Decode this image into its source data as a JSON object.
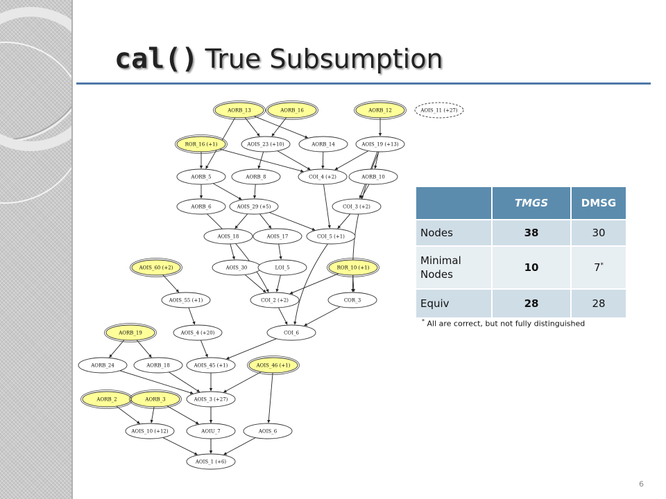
{
  "slide": {
    "title_code": "cal()",
    "title_text": "True Subsumption",
    "number": "6"
  },
  "colors": {
    "accent_rule": "#4f78a8",
    "table_header": "#5b8cae",
    "table_row_dark": "#cfdde6",
    "table_row_light": "#e8eff3",
    "node_highlight": "#ffff99"
  },
  "graph": {
    "nodes": [
      {
        "id": "aorb13",
        "label": "AORB_13",
        "hl": true
      },
      {
        "id": "aorb16",
        "label": "AORB_16",
        "hl": true
      },
      {
        "id": "aorb12",
        "label": "AORB_12",
        "hl": true
      },
      {
        "id": "aois11",
        "label": "AOIS_11 (+27)",
        "dashed": true
      },
      {
        "id": "ror16",
        "label": "ROR_16 (+1)",
        "hl": true
      },
      {
        "id": "aois23",
        "label": "AOIS_23 (+10)"
      },
      {
        "id": "aorb14",
        "label": "AORB_14"
      },
      {
        "id": "aois19",
        "label": "AOIS_19 (+13)"
      },
      {
        "id": "aorb5",
        "label": "AORB_5"
      },
      {
        "id": "aorb8",
        "label": "AORB_8"
      },
      {
        "id": "coi4",
        "label": "COI_4 (+2)"
      },
      {
        "id": "aorb10",
        "label": "AORB_10"
      },
      {
        "id": "aorb6",
        "label": "AORB_6"
      },
      {
        "id": "aois29",
        "label": "AOIS_29 (+5)"
      },
      {
        "id": "coi3",
        "label": "COI_3 (+2)"
      },
      {
        "id": "aois18",
        "label": "AOIS_18"
      },
      {
        "id": "aois17",
        "label": "AOIS_17"
      },
      {
        "id": "coi5",
        "label": "COI_5 (+1)"
      },
      {
        "id": "aois60",
        "label": "AOIS_60 (+2)",
        "hl": true
      },
      {
        "id": "aois30",
        "label": "AOIS_30"
      },
      {
        "id": "loi5",
        "label": "LOI_5"
      },
      {
        "id": "ror10",
        "label": "ROR_10 (+1)",
        "hl": true
      },
      {
        "id": "aois55",
        "label": "AOIS_55 (+1)"
      },
      {
        "id": "coi2",
        "label": "COI_2 (+2)"
      },
      {
        "id": "cor3",
        "label": "COR_3"
      },
      {
        "id": "aorb19",
        "label": "AORB_19",
        "hl": true
      },
      {
        "id": "aois4",
        "label": "AOIS_4 (+20)"
      },
      {
        "id": "coi6",
        "label": "COI_6"
      },
      {
        "id": "aorb24",
        "label": "AORB_24"
      },
      {
        "id": "aorb18",
        "label": "AORB_18"
      },
      {
        "id": "aois45",
        "label": "AOIS_45 (+1)"
      },
      {
        "id": "aois46",
        "label": "AOIS_46 (+1)",
        "hl": true
      },
      {
        "id": "aorb2",
        "label": "AORB_2",
        "hl": true
      },
      {
        "id": "aorb3",
        "label": "AORB_3",
        "hl": true
      },
      {
        "id": "aois3",
        "label": "AOIS_3 (+27)"
      },
      {
        "id": "aois10",
        "label": "AOIS_10 (+12)"
      },
      {
        "id": "aoiu7",
        "label": "AOIU_7"
      },
      {
        "id": "aois6",
        "label": "AOIS_6"
      },
      {
        "id": "aois1",
        "label": "AOIS_1 (+6)"
      }
    ],
    "edges": [
      [
        "aorb13",
        "aois23"
      ],
      [
        "aorb13",
        "aorb14"
      ],
      [
        "aorb13",
        "aorb5"
      ],
      [
        "aorb16",
        "aois23"
      ],
      [
        "aorb12",
        "aois19"
      ],
      [
        "ror16",
        "aorb5"
      ],
      [
        "ror16",
        "coi4"
      ],
      [
        "aois23",
        "aorb8"
      ],
      [
        "aois23",
        "coi4"
      ],
      [
        "aorb14",
        "coi4"
      ],
      [
        "aois19",
        "coi4"
      ],
      [
        "aois19",
        "aorb10"
      ],
      [
        "aois19",
        "cor3"
      ],
      [
        "aois19",
        "coi3"
      ],
      [
        "aorb5",
        "aorb6"
      ],
      [
        "aorb5",
        "aois29"
      ],
      [
        "aorb8",
        "aois29"
      ],
      [
        "coi4",
        "coi5"
      ],
      [
        "aorb10",
        "coi3"
      ],
      [
        "aorb6",
        "coi2"
      ],
      [
        "aois29",
        "aois18"
      ],
      [
        "aois29",
        "aois17"
      ],
      [
        "aois29",
        "coi5"
      ],
      [
        "coi3",
        "coi5"
      ],
      [
        "aois18",
        "aois30"
      ],
      [
        "aois17",
        "loi5"
      ],
      [
        "coi5",
        "coi6"
      ],
      [
        "aois60",
        "aois55"
      ],
      [
        "aois30",
        "coi2"
      ],
      [
        "loi5",
        "coi2"
      ],
      [
        "ror10",
        "coi2"
      ],
      [
        "ror10",
        "cor3"
      ],
      [
        "aois55",
        "aois4"
      ],
      [
        "coi2",
        "coi6"
      ],
      [
        "cor3",
        "coi6"
      ],
      [
        "aorb19",
        "aorb24"
      ],
      [
        "aorb19",
        "aorb18"
      ],
      [
        "aois4",
        "aois45"
      ],
      [
        "coi6",
        "aois45"
      ],
      [
        "aorb24",
        "aois3"
      ],
      [
        "aorb18",
        "aois3"
      ],
      [
        "aois45",
        "aois3"
      ],
      [
        "aois46",
        "aois3"
      ],
      [
        "aois46",
        "aois6"
      ],
      [
        "aorb2",
        "aois10"
      ],
      [
        "aorb3",
        "aois10"
      ],
      [
        "aorb3",
        "aoiu7"
      ],
      [
        "aois3",
        "aoiu7"
      ],
      [
        "aois3",
        "aois1"
      ],
      [
        "aois10",
        "aois1"
      ],
      [
        "aoiu7",
        "aois1"
      ],
      [
        "aois6",
        "aois1"
      ]
    ]
  },
  "results_table": {
    "headers": [
      "",
      "TMGS",
      "DMSG"
    ],
    "rows": [
      {
        "label": "Nodes",
        "tmgs": "38",
        "dmsg": "30"
      },
      {
        "label": "Minimal Nodes",
        "label_line1": "Minimal",
        "label_line2": "Nodes",
        "tmgs": "10",
        "dmsg": "7",
        "dmsg_sup": "*"
      },
      {
        "label": "Equiv",
        "tmgs": "28",
        "dmsg": "28"
      }
    ],
    "footnote_mark": "*",
    "footnote": "All are correct, but not fully distinguished"
  }
}
